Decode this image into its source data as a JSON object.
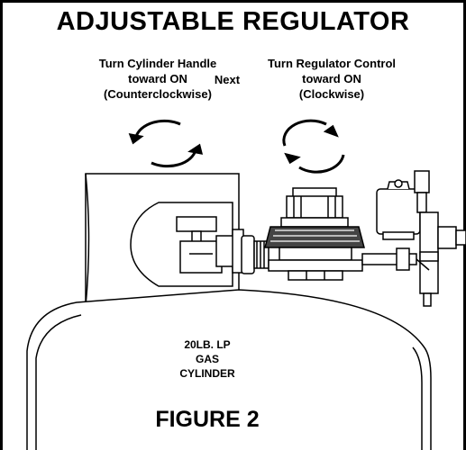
{
  "title": "ADJUSTABLE REGULATOR",
  "step1": {
    "line1": "Turn Cylinder Handle",
    "line2": "toward ON",
    "line3": "(Counterclockwise)"
  },
  "next_label": "Next",
  "step2": {
    "line1": "Turn Regulator Control",
    "line2": "toward ON",
    "line3": "(Clockwise)"
  },
  "cylinder_label": {
    "line1": "20LB. LP",
    "line2": "GAS",
    "line3": "CYLINDER"
  },
  "figure_label": "FIGURE 2",
  "colors": {
    "ink": "#000000",
    "paper": "#ffffff"
  },
  "icons": [
    "counterclockwise-arrow-icon",
    "clockwise-arrow-icon"
  ]
}
